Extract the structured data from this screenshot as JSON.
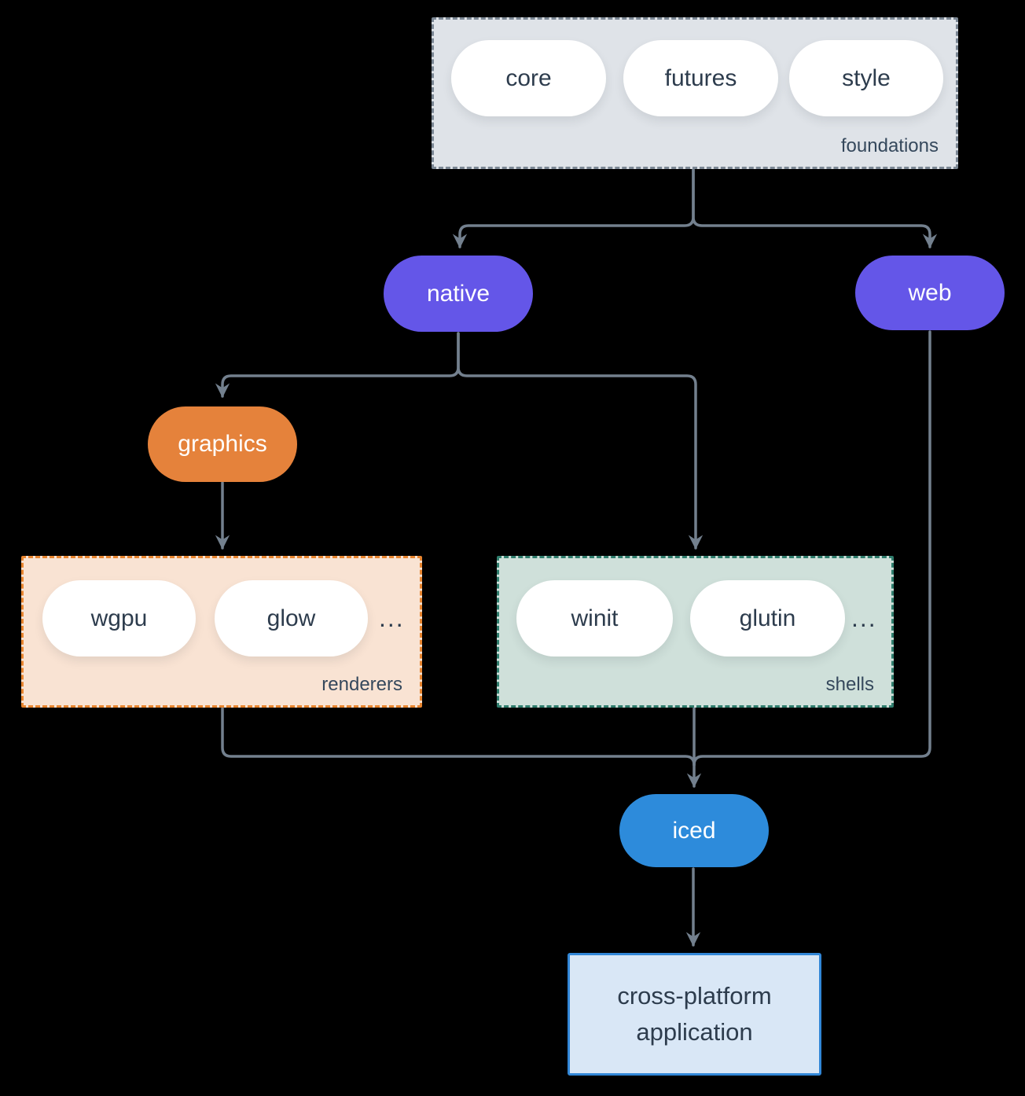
{
  "colors": {
    "background": "#000000",
    "connector": "#73808e",
    "purple": "#6456e8",
    "orange": "#e5823b",
    "blue": "#2d8bdb",
    "foundations_fill": "#dfe3e8",
    "foundations_border": "#7b8794",
    "renderers_fill": "#f9e3d3",
    "renderers_border": "#e8852f",
    "shells_fill": "#cfe0da",
    "shells_border": "#2f7d6d",
    "app_fill": "#d9e7f6",
    "app_border": "#3287d7",
    "pill_text": "#2d3c4d",
    "label_text": "#35485c"
  },
  "foundations": {
    "label": "foundations",
    "pills": [
      "core",
      "futures",
      "style"
    ]
  },
  "nodes": {
    "native": "native",
    "web": "web",
    "graphics": "graphics",
    "iced": "iced"
  },
  "renderers": {
    "label": "renderers",
    "pills": [
      "wgpu",
      "glow"
    ],
    "ellipsis": "..."
  },
  "shells": {
    "label": "shells",
    "pills": [
      "winit",
      "glutin"
    ],
    "ellipsis": "..."
  },
  "app": {
    "line1": "cross-platform",
    "line2": "application"
  }
}
